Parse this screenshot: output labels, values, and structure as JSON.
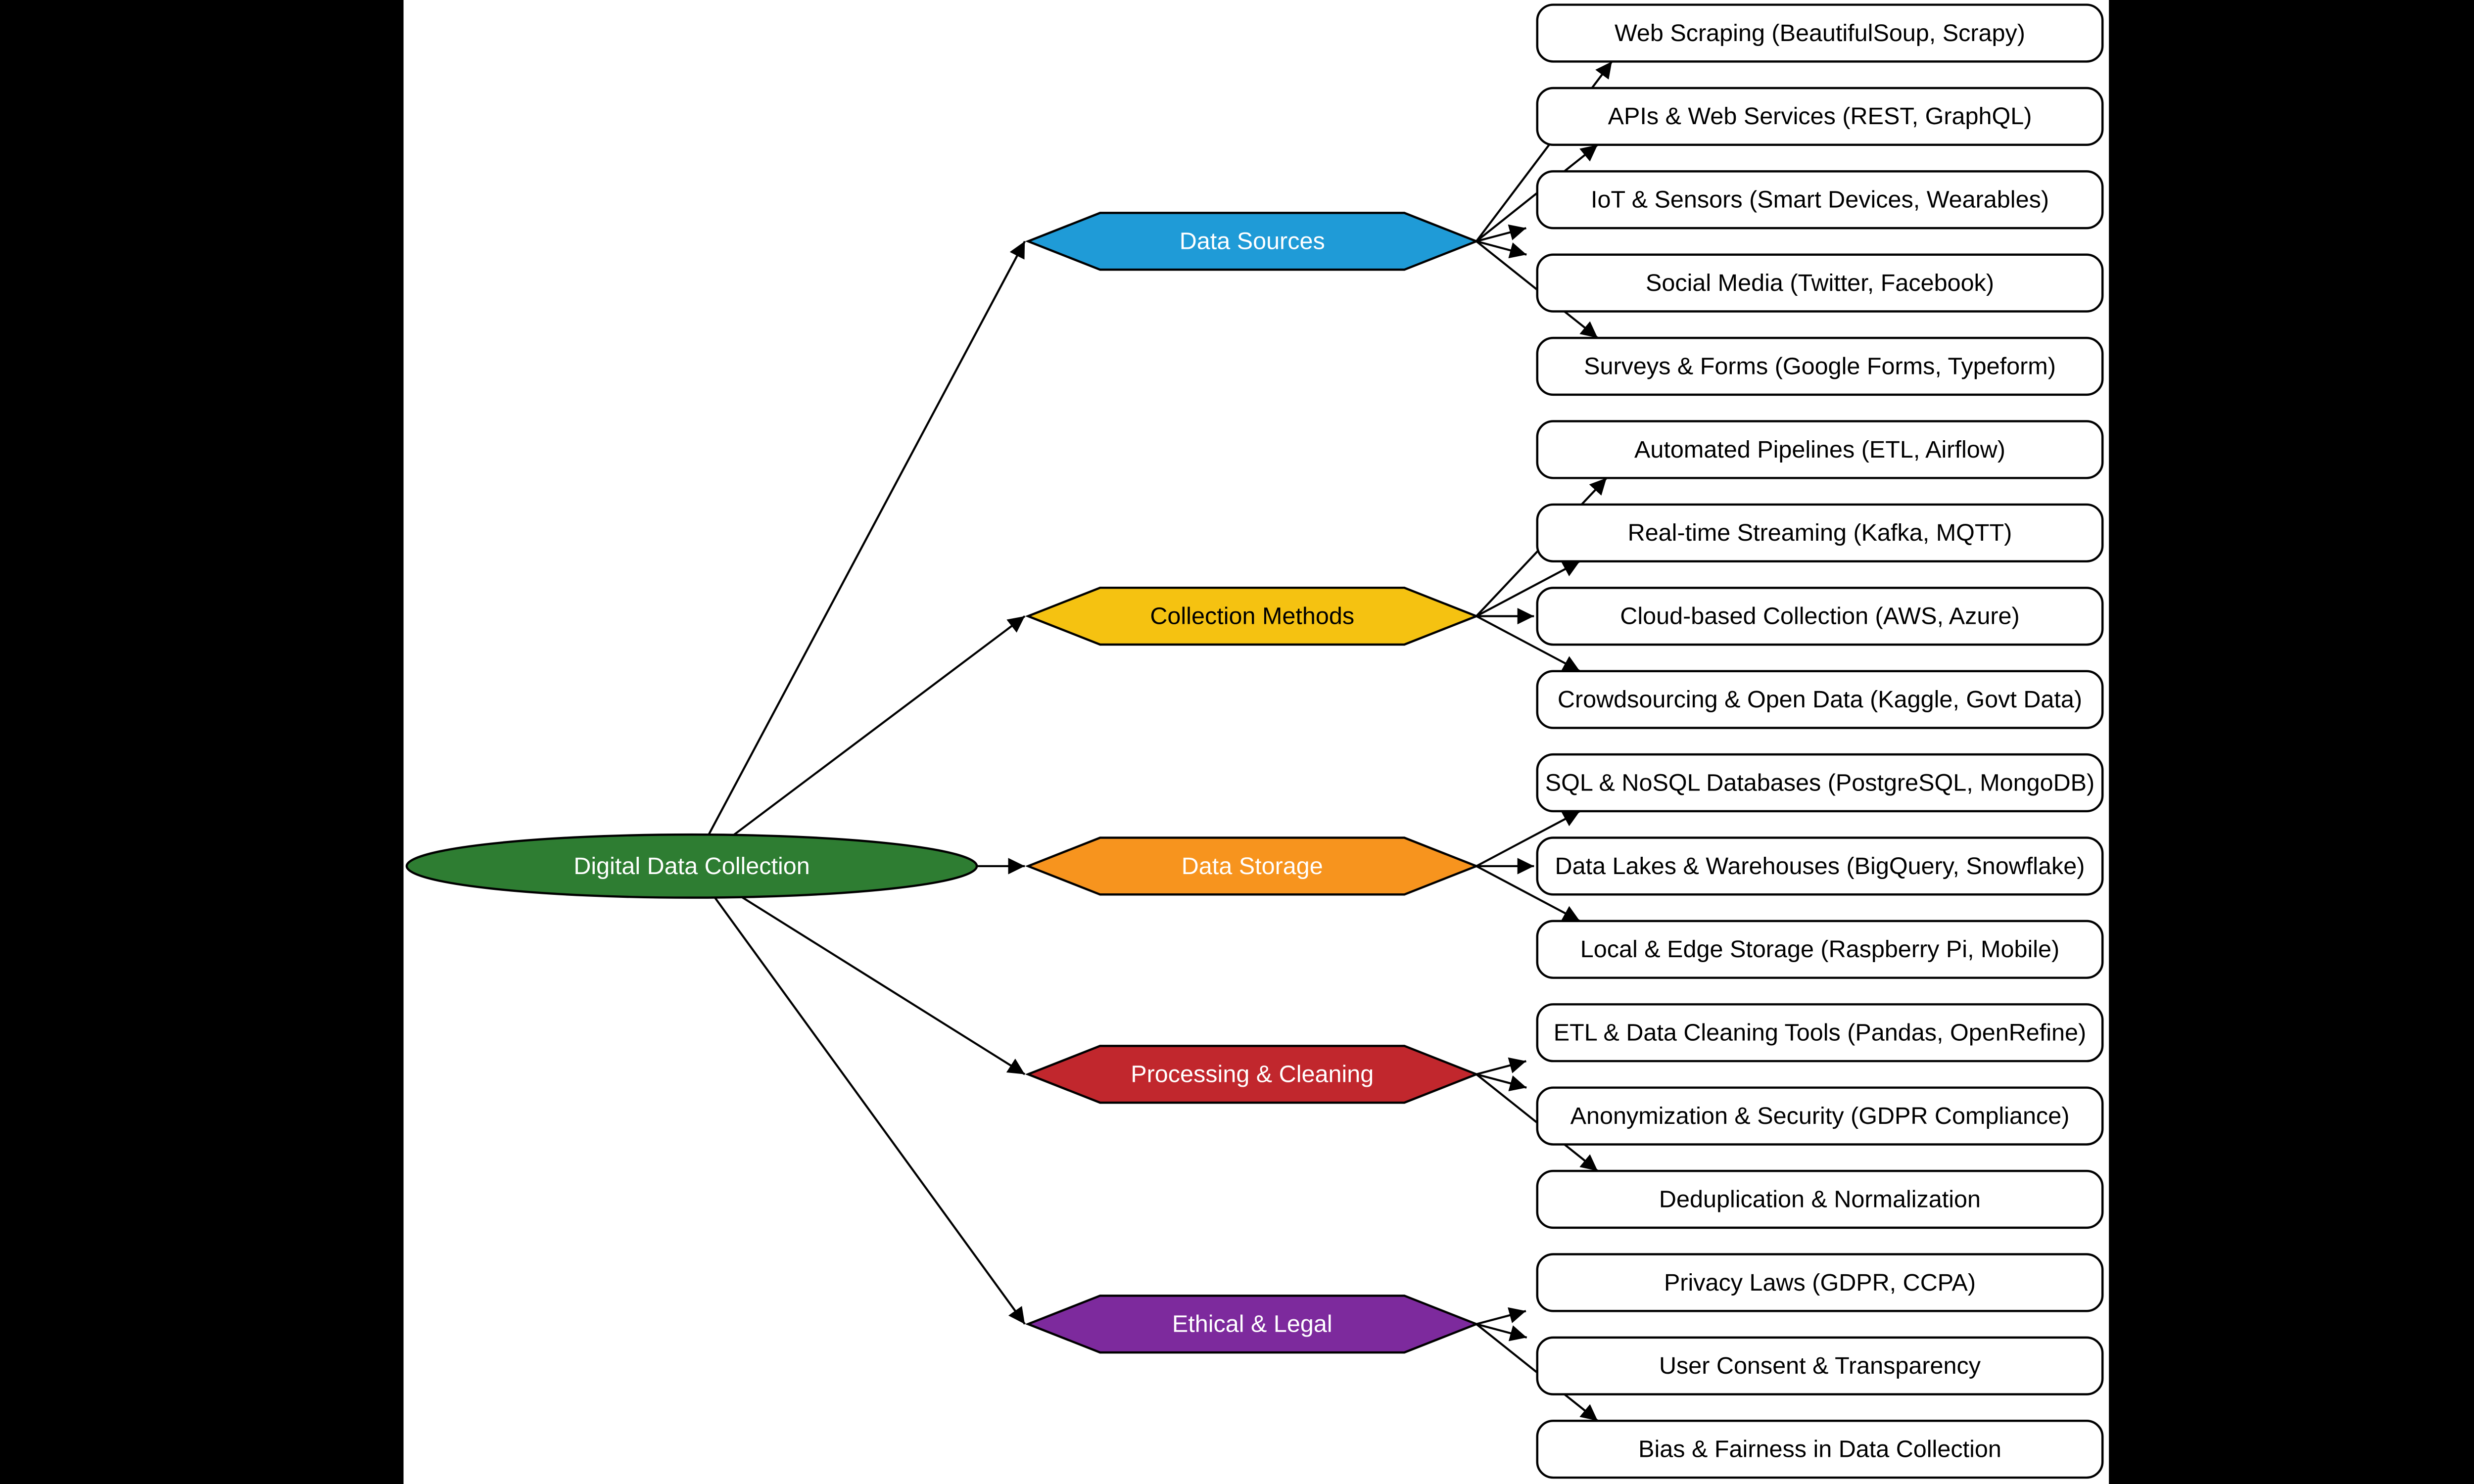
{
  "diagram": {
    "background_color": "#000000",
    "canvas_color": "#ffffff",
    "edge_color": "#000000",
    "node_border_color": "#000000",
    "root": {
      "label": "Digital Data Collection",
      "fill": "#2E7D32",
      "text_color": "#ffffff"
    },
    "branches": [
      {
        "label": "Data Sources",
        "fill": "#1F9BD7",
        "text_color": "#ffffff",
        "children": [
          "Web Scraping (BeautifulSoup, Scrapy)",
          "APIs & Web Services (REST, GraphQL)",
          "IoT & Sensors (Smart Devices, Wearables)",
          "Social Media (Twitter, Facebook)",
          "Surveys & Forms (Google Forms, Typeform)"
        ]
      },
      {
        "label": "Collection Methods",
        "fill": "#F5C211",
        "text_color": "#000000",
        "children": [
          "Automated Pipelines (ETL, Airflow)",
          "Real-time Streaming (Kafka, MQTT)",
          "Cloud-based Collection (AWS, Azure)",
          "Crowdsourcing & Open Data (Kaggle, Govt Data)"
        ]
      },
      {
        "label": "Data Storage",
        "fill": "#F7941E",
        "text_color": "#ffffff",
        "children": [
          "SQL & NoSQL Databases (PostgreSQL, MongoDB)",
          "Data Lakes & Warehouses (BigQuery, Snowflake)",
          "Local & Edge Storage (Raspberry Pi, Mobile)"
        ]
      },
      {
        "label": "Processing & Cleaning",
        "fill": "#C1272D",
        "text_color": "#ffffff",
        "children": [
          "ETL & Data Cleaning Tools (Pandas, OpenRefine)",
          "Anonymization & Security (GDPR Compliance)",
          "Deduplication & Normalization"
        ]
      },
      {
        "label": "Ethical & Legal",
        "fill": "#7D2A9D",
        "text_color": "#ffffff",
        "children": [
          "Privacy Laws (GDPR, CCPA)",
          "User Consent & Transparency",
          "Bias & Fairness in Data Collection"
        ]
      }
    ]
  }
}
